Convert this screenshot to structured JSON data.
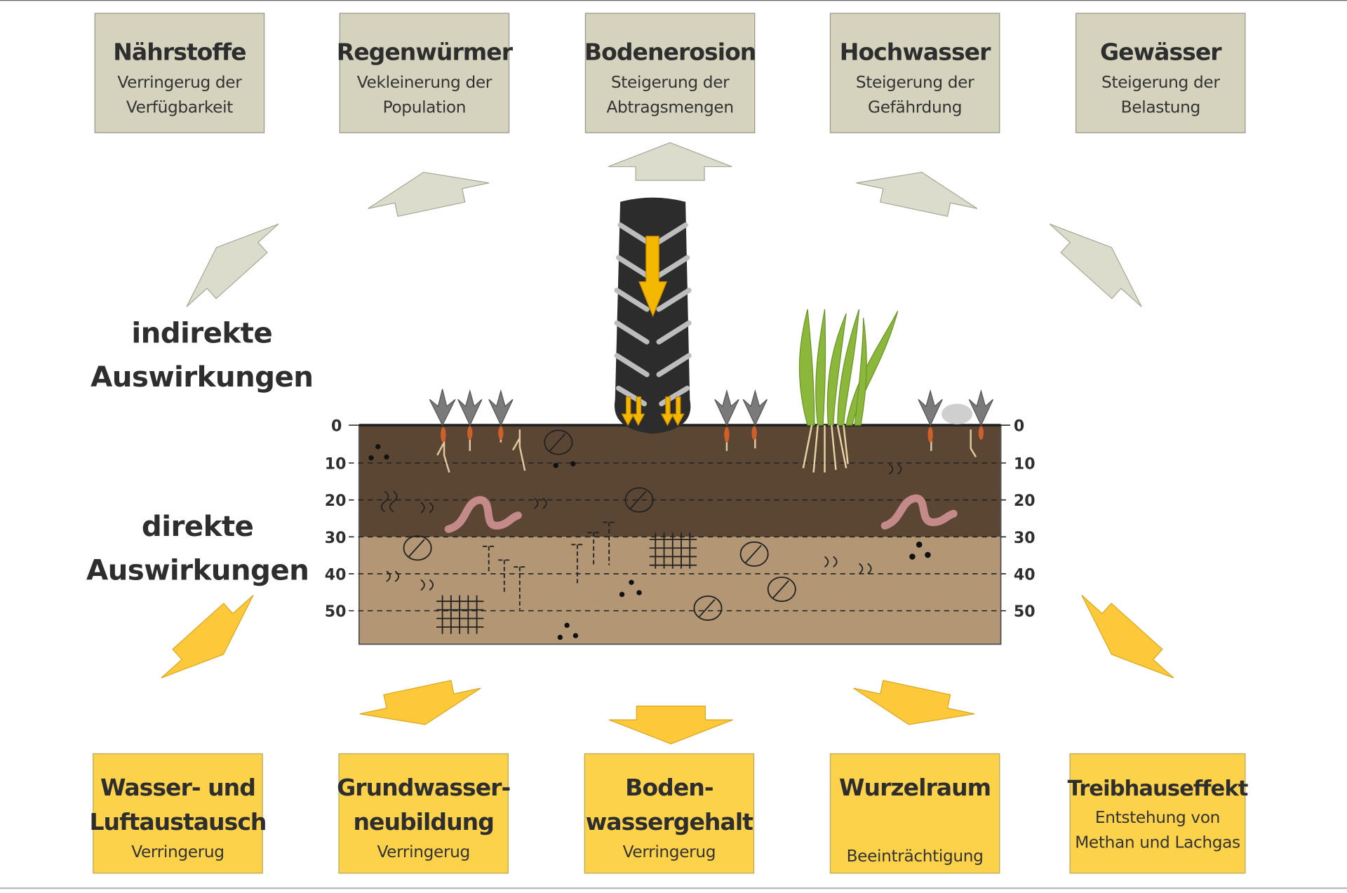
{
  "top_boxes": [
    {
      "title": "Nährstoffe",
      "sub1": "Verringerug der",
      "sub2": "Verfügbarkeit"
    },
    {
      "title": "Regenwürmer",
      "sub1": "Vekleinerung der",
      "sub2": "Population"
    },
    {
      "title": "Bodenerosion",
      "sub1": "Steigerung der",
      "sub2": "Abtragsmengen"
    },
    {
      "title": "Hochwasser",
      "sub1": "Steigerung der",
      "sub2": "Gefährdung"
    },
    {
      "title": "Gewässer",
      "sub1": "Steigerung der",
      "sub2": "Belastung"
    }
  ],
  "bottom_boxes": [
    {
      "title1": "Wasser- und",
      "title2": "Luftaustausch",
      "sub": "Verringerug"
    },
    {
      "title1": "Grundwasser-",
      "title2": "neubildung",
      "sub": "Verringerug"
    },
    {
      "title1": "Boden-",
      "title2": "wassergehalt",
      "sub": "Verringerug"
    },
    {
      "title1": "Wurzelraum",
      "title2": "",
      "sub": "Beeinträchtigung"
    },
    {
      "title1": "Treibhauseffekt",
      "sub1": "Entstehung von",
      "sub2": "Methan und Lachgas"
    }
  ],
  "side_labels": {
    "indirect1": "indirekte",
    "indirect2": "Auswirkungen",
    "direct1": "direkte",
    "direct2": "Auswirkungen"
  },
  "depth_labels": [
    "0",
    "10",
    "20",
    "30",
    "40",
    "50"
  ],
  "colors": {
    "indirect_box": "#d5d3bd",
    "direct_box": "#fdd24b",
    "topsoil": "#5a4632",
    "subsoil": "#b39674",
    "pressure_arrow": "#f5b800"
  }
}
